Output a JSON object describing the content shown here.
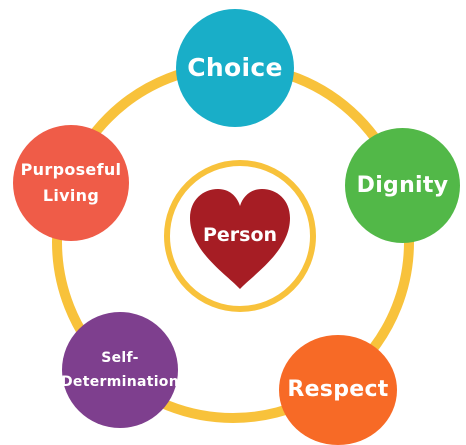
{
  "center": {
    "label": "Person",
    "heart_color": "#a61d24",
    "ring_color": "#f8c23b"
  },
  "outer_ring_color": "#f8c23b",
  "nodes": [
    {
      "id": "choice",
      "lines": [
        "Choice"
      ],
      "color": "#19aec8"
    },
    {
      "id": "dignity",
      "lines": [
        "Dignity"
      ],
      "color": "#52b848"
    },
    {
      "id": "respect",
      "lines": [
        "Respect"
      ],
      "color": "#f76a26"
    },
    {
      "id": "self-determination",
      "lines": [
        "Self-",
        "Determination"
      ],
      "color": "#7e3f8e"
    },
    {
      "id": "purposeful-living",
      "lines": [
        "Purposeful",
        "Living"
      ],
      "color": "#ef5c48"
    }
  ]
}
